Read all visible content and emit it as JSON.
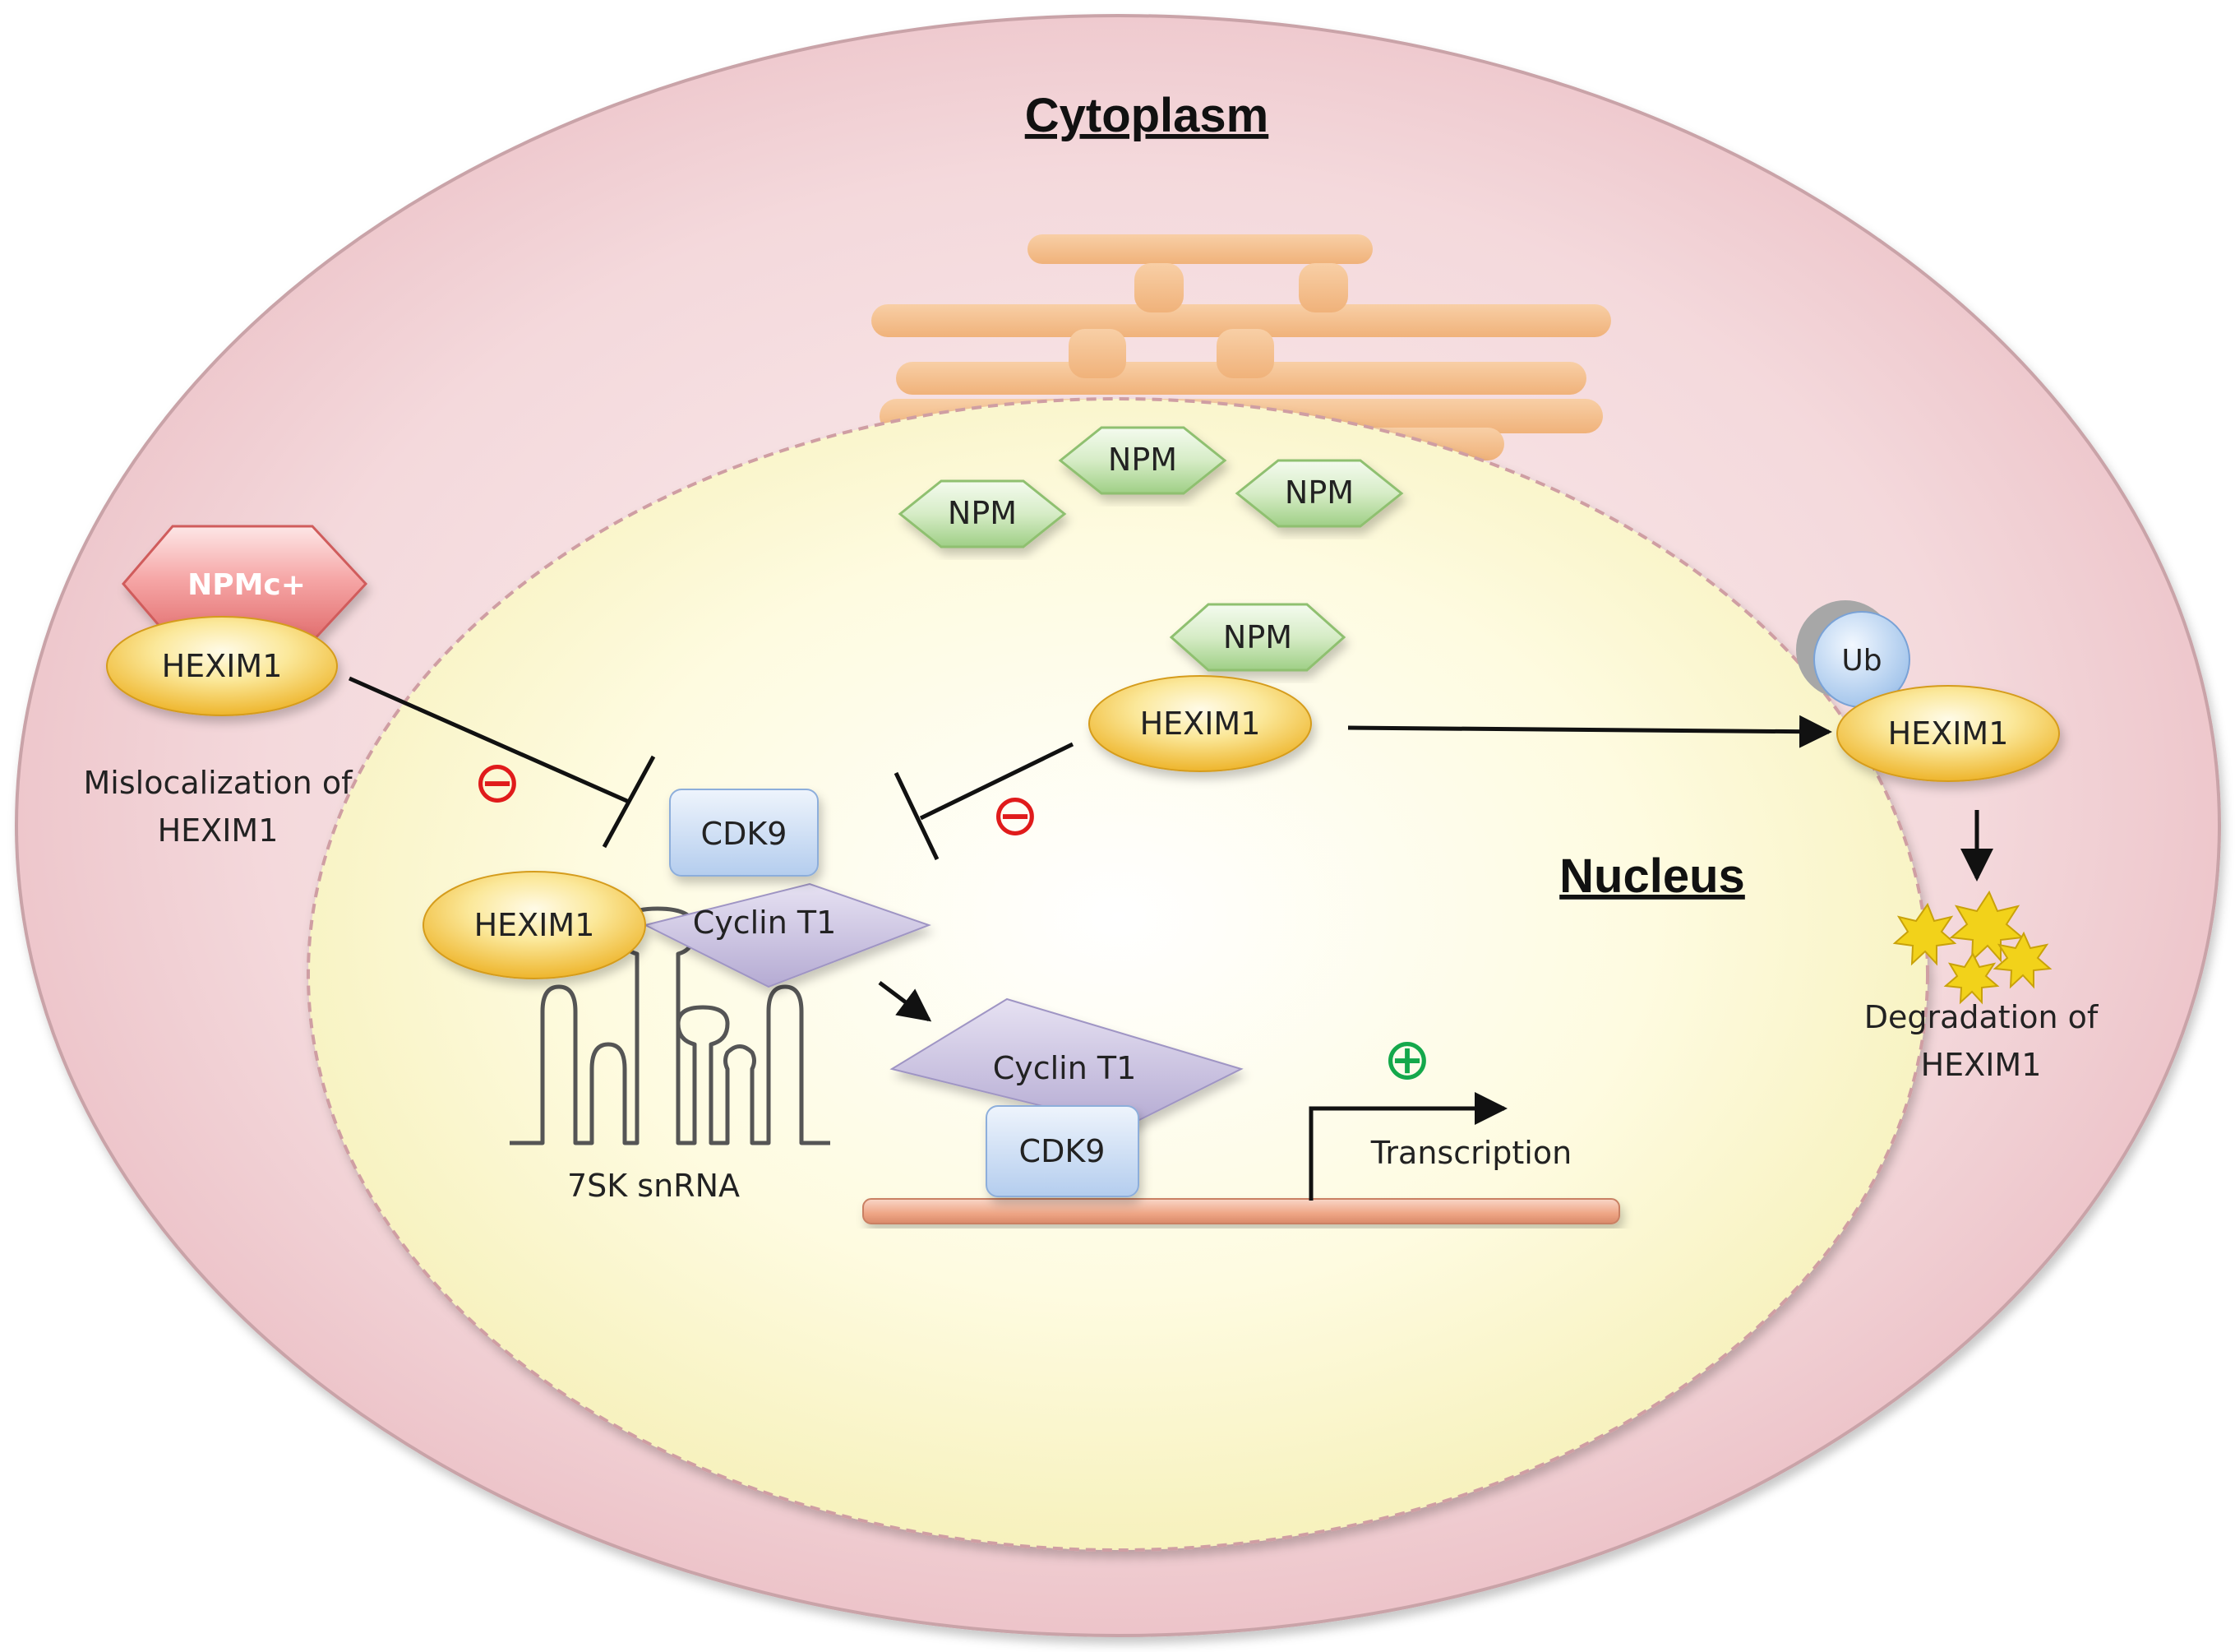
{
  "labels": {
    "cytoplasm": "Cytoplasm",
    "nucleus": "Nucleus",
    "npm": "NPM",
    "npmc": "NPMc+",
    "hexim1": "HEXIM1",
    "cdk9": "CDK9",
    "cyclin_t1": "Cyclin T1",
    "snrna": "7SK snRNA",
    "transcription": "Transcription",
    "ub": "Ub",
    "mislocalization_line1": "Mislocalization of",
    "mislocalization_line2": "HEXIM1",
    "degradation_line1": "Degradation of",
    "degradation_line2": "HEXIM1",
    "inhibit_symbol": "⊖",
    "activate_symbol": "⊕"
  },
  "colors": {
    "cytoplasm_fill": "#f6dde0",
    "nucleus_fill": "#fdfbd6",
    "golgi": "#f5c08e",
    "npm_green": "#cfe8bf",
    "npmc_red": "#f39a9a",
    "hexim_yellow": "#f7d25b",
    "cdk9_blue": "#c9dcf3",
    "cyclin_purple": "#cfc8e3",
    "dna": "#f2b9a0",
    "ub_blue": "#bcd6f1",
    "minus_red": "#e01b1b",
    "plus_green": "#14a84b",
    "degraded": "#f2d21a"
  }
}
